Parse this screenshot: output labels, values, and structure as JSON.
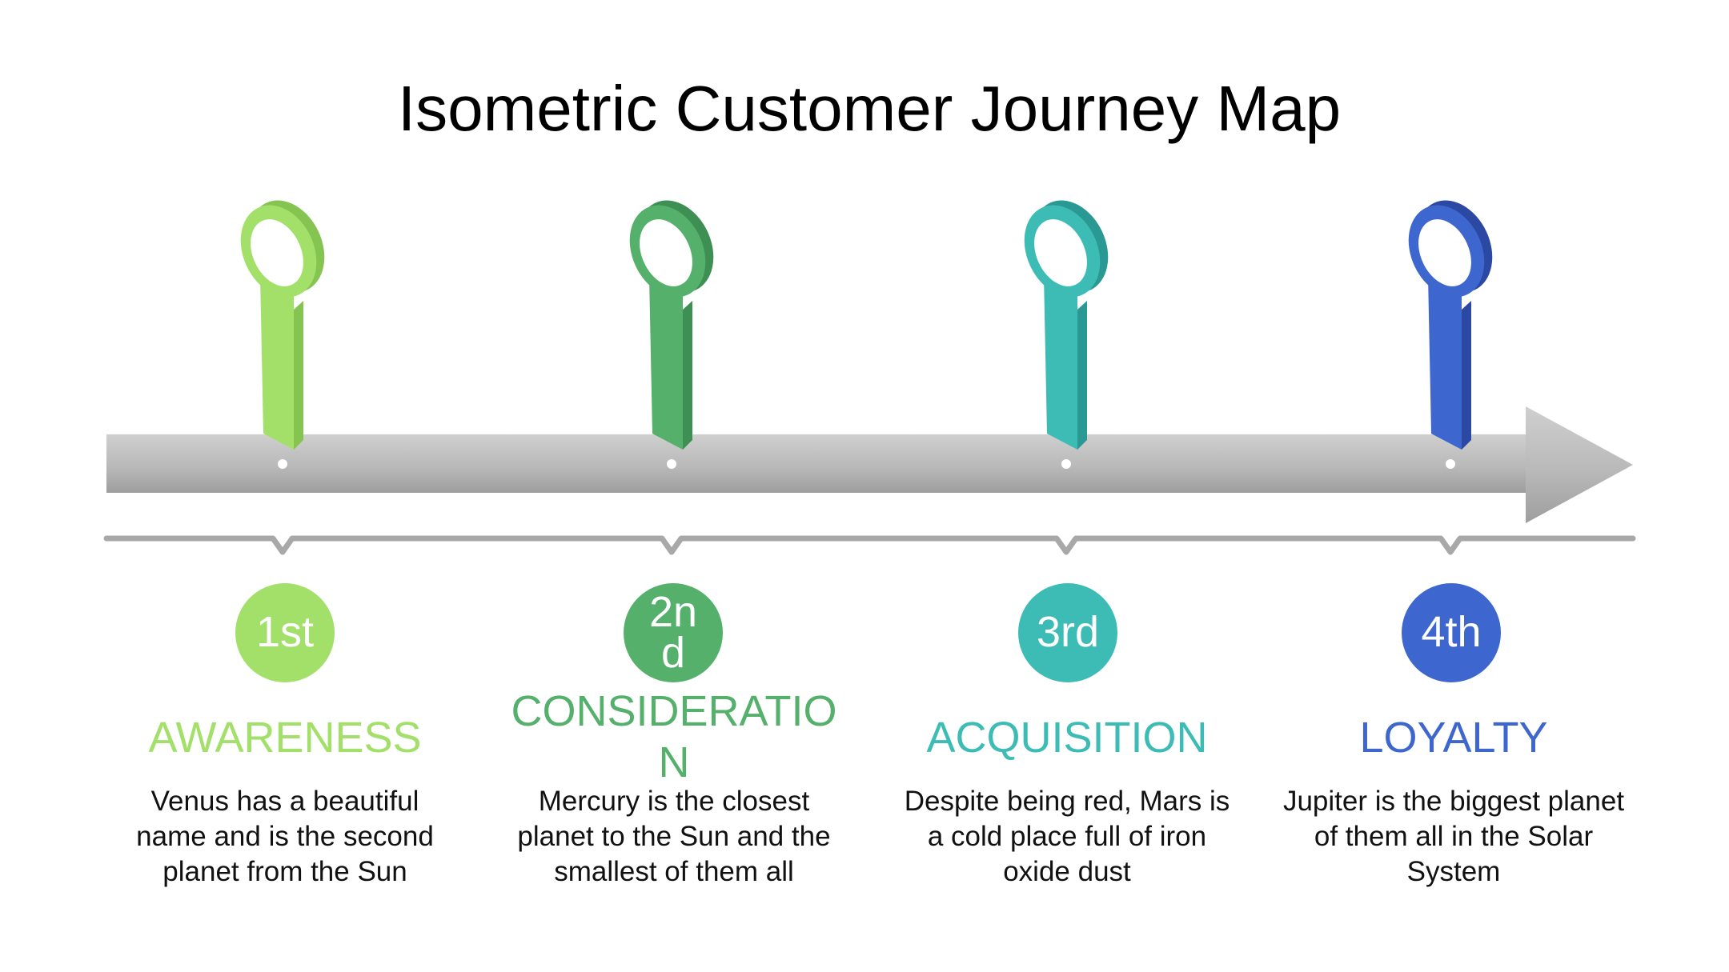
{
  "title": "Isometric Customer Journey Map",
  "colors": {
    "arrow": "#b5b5b5",
    "track": "#a8a8a8",
    "awareness": "#a2e06a",
    "consideration": "#55b06c",
    "acquisition": "#3dbcb6",
    "loyalty": "#3e66cf"
  },
  "stages": [
    {
      "badge": "1st",
      "name": "AWARENESS",
      "description": "Venus has a beautiful name and is the second planet from the Sun",
      "color": "#a2e06a",
      "dark": "#86c451"
    },
    {
      "badge": "2nd",
      "name": "CONSIDERATION",
      "description": "Mercury is the closest planet to the Sun and the smallest of them all",
      "color": "#55b06c",
      "dark": "#3e8f53"
    },
    {
      "badge": "3rd",
      "name": "ACQUISITION",
      "description": "Despite being red, Mars is a cold place full of iron oxide dust",
      "color": "#3dbcb6",
      "dark": "#2a9893"
    },
    {
      "badge": "4th",
      "name": "LOYALTY",
      "description": "Jupiter is the biggest planet of them all in the Solar System",
      "color": "#3e66cf",
      "dark": "#2b49a3"
    }
  ]
}
